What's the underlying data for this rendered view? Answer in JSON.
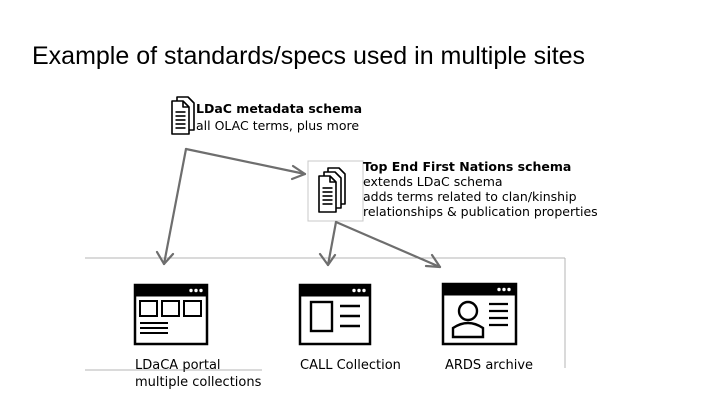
{
  "slide": {
    "title": "Example of standards/specs used in multiple sites"
  },
  "schemas": {
    "ldac": {
      "title": "LDaC metadata schema",
      "description": "all OLAC terms, plus more",
      "icon": "documents-icon"
    },
    "top_end": {
      "title": "Top End First Nations schema",
      "lines": [
        "extends LDaC schema",
        "adds terms related to clan/kinship",
        "relationships & publication properties"
      ],
      "icon": "documents-icon"
    }
  },
  "sites": [
    {
      "label_line1": "LDaCA portal",
      "label_line2": "multiple collections",
      "icon": "browser-grid-icon"
    },
    {
      "label_line1": "CALL Collection",
      "icon": "browser-list-icon"
    },
    {
      "label_line1": "ARDS archive",
      "icon": "browser-profile-icon"
    }
  ],
  "colors": {
    "arrow": "#6e6e6e",
    "frame": "#8c8c8c",
    "icon": "#000000"
  }
}
